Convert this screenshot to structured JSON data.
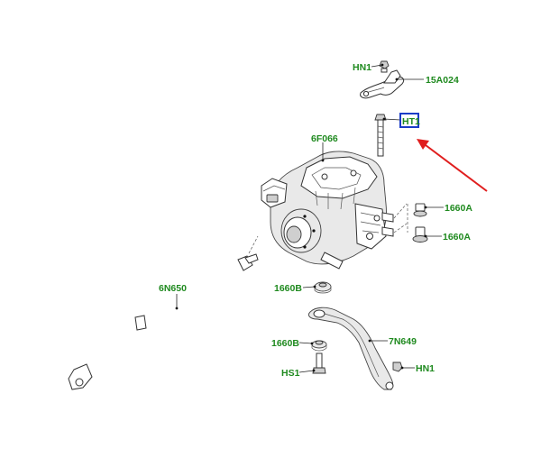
{
  "callouts": {
    "hn1_top": "HN1",
    "bracket_15a024": "15A024",
    "ht1": "HT1",
    "unit_6f066": "6F066",
    "mount_1660a_upper": "1660A",
    "mount_1660a_lower": "1660A",
    "pipe_6n650": "6N650",
    "bush_1660b_upper": "1660B",
    "arm_7n649": "7N649",
    "bush_1660b_lower": "1660B",
    "bolt_hs1": "HS1",
    "hn1_bottom": "HN1"
  },
  "colors": {
    "callout_text": "#1f8a1f",
    "highlight_box": "#1a3cc8",
    "arrow": "#e01e1e"
  }
}
